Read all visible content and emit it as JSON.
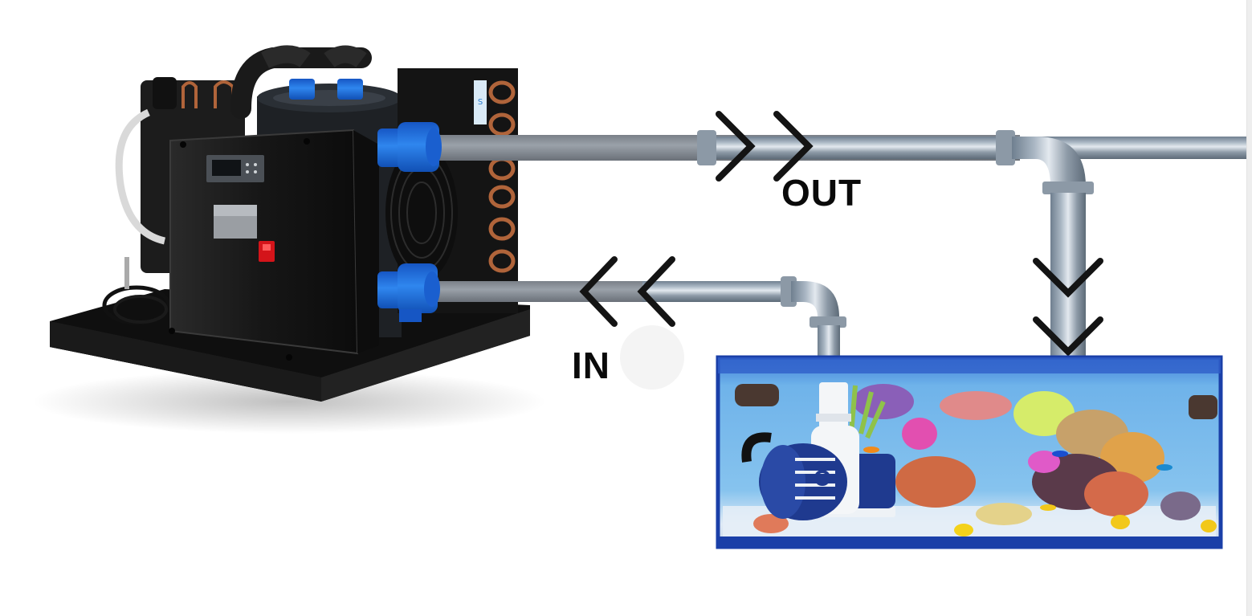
{
  "diagram": {
    "labels": {
      "out": "OUT",
      "in": "IN"
    },
    "components": [
      {
        "id": "chiller",
        "name": "Water chiller unit",
        "features": [
          "digital temperature controller",
          "red power switch",
          "copper condenser coils",
          "cooling fan",
          "blue pipe connectors"
        ]
      },
      {
        "id": "outlet-pipe",
        "name": "Outlet pipe",
        "direction": "from chiller to aquarium",
        "arrows": "right then down"
      },
      {
        "id": "inlet-pipe",
        "name": "Inlet pipe",
        "direction": "from aquarium to chiller",
        "arrows": "left"
      },
      {
        "id": "aquarium",
        "name": "Reef aquarium",
        "features": [
          "submersible water pump (blue/white)",
          "coral",
          "tropical fish"
        ]
      }
    ],
    "colors": {
      "pipe": "#8c99a6",
      "pipe_highlight": "#d8e0e8",
      "connector_blue": "#1e6fd9",
      "chiller_body": "#1a1a1a",
      "copper": "#b0643a",
      "arrow": "#141414",
      "tank_frame": "#1a3fa8",
      "water": "#5aa9e6"
    }
  }
}
